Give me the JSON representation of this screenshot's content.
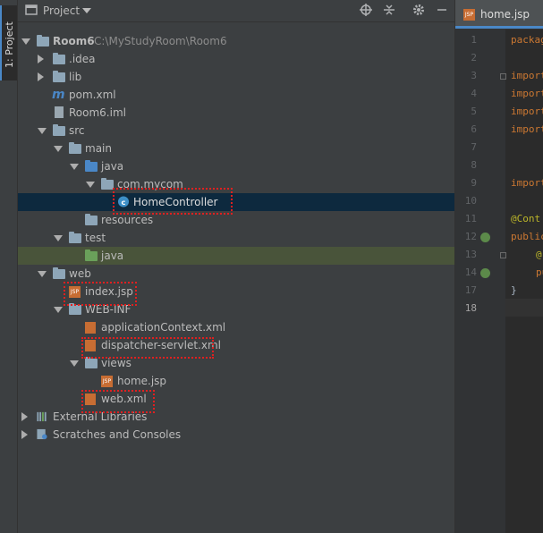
{
  "side_tab": {
    "label": "1: Project"
  },
  "panel": {
    "title": "Project",
    "icons": [
      "locate-icon",
      "collapse-icon",
      "settings-icon",
      "hide-icon"
    ]
  },
  "tree": [
    {
      "label": "Room6",
      "path": "C:\\MyStudyRoom\\Room6",
      "icon": "module-folder"
    },
    {
      "label": ".idea",
      "icon": "folder"
    },
    {
      "label": "lib",
      "icon": "folder"
    },
    {
      "label": "pom.xml",
      "icon": "maven-icon"
    },
    {
      "label": "Room6.iml",
      "icon": "iml-file-icon"
    },
    {
      "label": "src",
      "icon": "folder"
    },
    {
      "label": "main",
      "icon": "folder"
    },
    {
      "label": "java",
      "icon": "source-folder"
    },
    {
      "label": "com.mycom",
      "icon": "package-folder"
    },
    {
      "label": "HomeController",
      "icon": "class-icon"
    },
    {
      "label": "resources",
      "icon": "resources-folder"
    },
    {
      "label": "test",
      "icon": "folder"
    },
    {
      "label": "java",
      "icon": "test-source-folder"
    },
    {
      "label": "web",
      "icon": "web-folder"
    },
    {
      "label": "index.jsp",
      "icon": "jsp-icon"
    },
    {
      "label": "WEB-INF",
      "icon": "folder"
    },
    {
      "label": "applicationContext.xml",
      "icon": "spring-xml-icon"
    },
    {
      "label": "dispatcher-servlet.xml",
      "icon": "spring-xml-icon"
    },
    {
      "label": "views",
      "icon": "folder"
    },
    {
      "label": "home.jsp",
      "icon": "jsp-icon"
    },
    {
      "label": "web.xml",
      "icon": "webxml-icon"
    },
    {
      "label": "External Libraries",
      "icon": "libraries-icon"
    },
    {
      "label": "Scratches and Consoles",
      "icon": "scratches-icon"
    }
  ],
  "editor": {
    "tab_label": "home.jsp",
    "line_numbers": [
      "1",
      "2",
      "3",
      "4",
      "5",
      "6",
      "7",
      "8",
      "9",
      "10",
      "11",
      "12",
      "13",
      "14",
      "17",
      "18"
    ],
    "code": [
      "packag",
      "",
      "import",
      "import",
      "import",
      "import",
      "",
      "",
      "import",
      "",
      "@Cont",
      "public",
      "@",
      "pu",
      "}",
      ""
    ]
  },
  "colors": {
    "accent": "#4a88c7",
    "selection": "#0d293e",
    "highlight_row": "#49543a",
    "callout": "#e02020"
  }
}
